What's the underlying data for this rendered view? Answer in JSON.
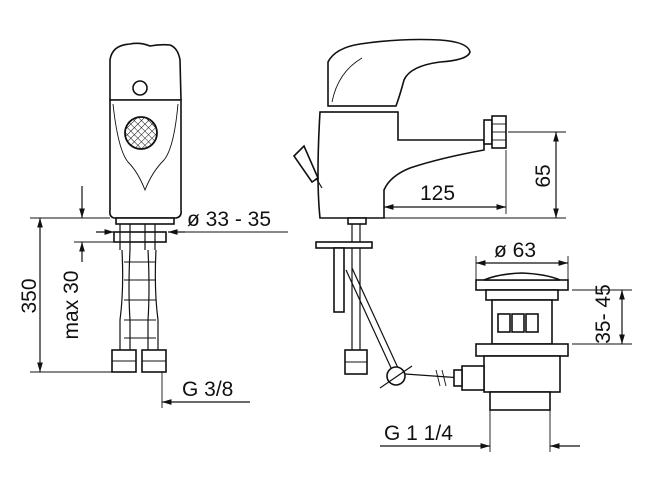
{
  "dimensions": {
    "height_total": "350",
    "max_below": "max 30",
    "hole_diameter": "ø 33 - 35",
    "thread_supply": "G 3/8",
    "spout_reach": "125",
    "spout_height": "65",
    "waste_diameter": "ø 63",
    "waste_range": "35- 45",
    "thread_waste": "G 1 1/4"
  }
}
